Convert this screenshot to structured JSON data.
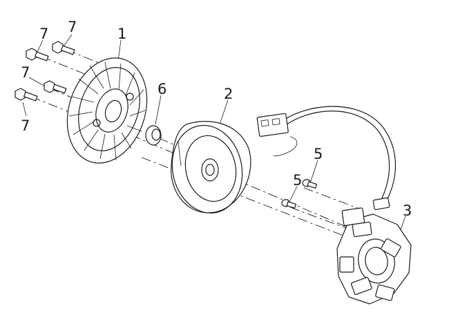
{
  "callouts": {
    "c1": "1",
    "c2": "2",
    "c3": "3",
    "c5a": "5",
    "c5b": "5",
    "c6": "6",
    "c7a": "7",
    "c7b": "7",
    "c7c": "7",
    "c7d": "7"
  }
}
